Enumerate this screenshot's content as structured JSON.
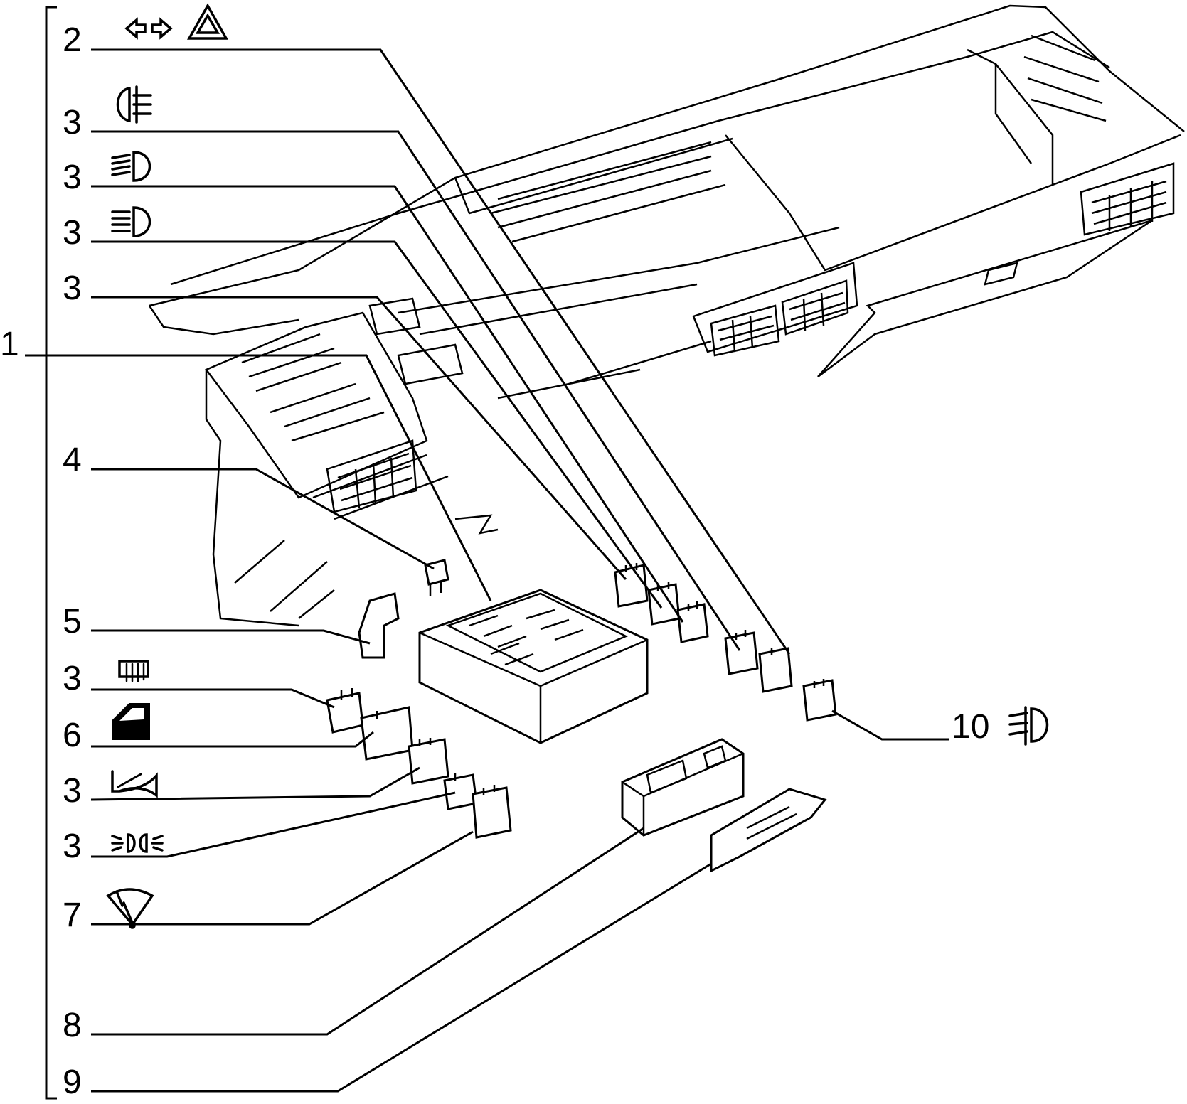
{
  "labels": {
    "l1": "1",
    "l2": "2",
    "l3a": "3",
    "l3b": "3",
    "l3c": "3",
    "l3d": "3",
    "l4": "4",
    "l5": "5",
    "l3e": "3",
    "l6": "6",
    "l3f": "3",
    "l3g": "3",
    "l7": "7",
    "l8": "8",
    "l9": "9",
    "l10": "10"
  },
  "icons": {
    "l2": [
      "turn-signal-arrows-icon",
      "hazard-triangle-icon"
    ],
    "l3a": "front-fog-lamp-icon",
    "l3b": "dipped-beam-icon",
    "l3c": "main-beam-icon",
    "l3e": "heated-rear-window-icon",
    "l6": "power-window-icon",
    "l3f": "horn-icon",
    "l3g": "side-lights-icon",
    "l7": "windscreen-wiper-icon",
    "l10": "rear-fog-lamp-icon"
  }
}
